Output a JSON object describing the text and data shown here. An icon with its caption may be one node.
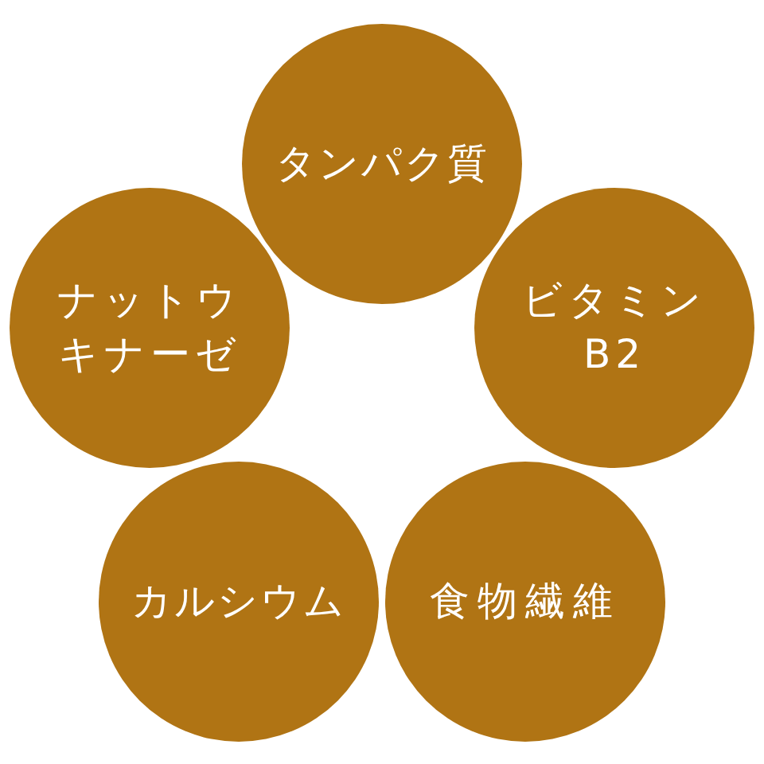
{
  "diagram": {
    "nodes": [
      {
        "text": [
          "タンパク質"
        ]
      },
      {
        "text": [
          "ビタミンB2"
        ]
      },
      {
        "text": [
          "ナットウキナーゼ"
        ]
      },
      {
        "text": [
          "カルシウム"
        ]
      },
      {
        "text": [
          "食物繊維"
        ]
      }
    ]
  }
}
